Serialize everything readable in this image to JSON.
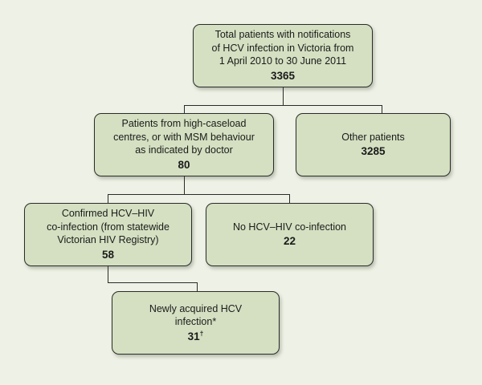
{
  "chart_data": {
    "type": "diagram",
    "diagram_type": "flowchart",
    "title": "",
    "nodes": [
      {
        "id": "total",
        "label": "Total patients with notifications\nof HCV infection in Victoria from\n1 April 2010 to 30 June 2011",
        "count": "3365",
        "footnote": ""
      },
      {
        "id": "high_caseload",
        "label": "Patients from high-caseload\ncentres, or with MSM behaviour\nas indicated by doctor",
        "count": "80",
        "footnote": ""
      },
      {
        "id": "other_patients",
        "label": "Other patients",
        "count": "3285",
        "footnote": ""
      },
      {
        "id": "confirmed_coinfection",
        "label": "Confirmed HCV–HIV\nco-infection (from statewide\nVictorian HIV Registry)",
        "count": "58",
        "footnote": ""
      },
      {
        "id": "no_coinfection",
        "label": "No HCV–HIV co-infection",
        "count": "22",
        "footnote": ""
      },
      {
        "id": "newly_acquired",
        "label": "Newly acquired HCV\ninfection*",
        "count": "31",
        "footnote": "†"
      }
    ],
    "edges": [
      {
        "from": "total",
        "to": "high_caseload"
      },
      {
        "from": "total",
        "to": "other_patients"
      },
      {
        "from": "high_caseload",
        "to": "confirmed_coinfection"
      },
      {
        "from": "high_caseload",
        "to": "no_coinfection"
      },
      {
        "from": "confirmed_coinfection",
        "to": "newly_acquired"
      }
    ],
    "colors": {
      "background": "#eef2e6",
      "node_fill": "#d4e0c1",
      "node_border": "#2b2b2b",
      "text": "#1b1b1b",
      "connector": "#2a2a2a"
    }
  }
}
